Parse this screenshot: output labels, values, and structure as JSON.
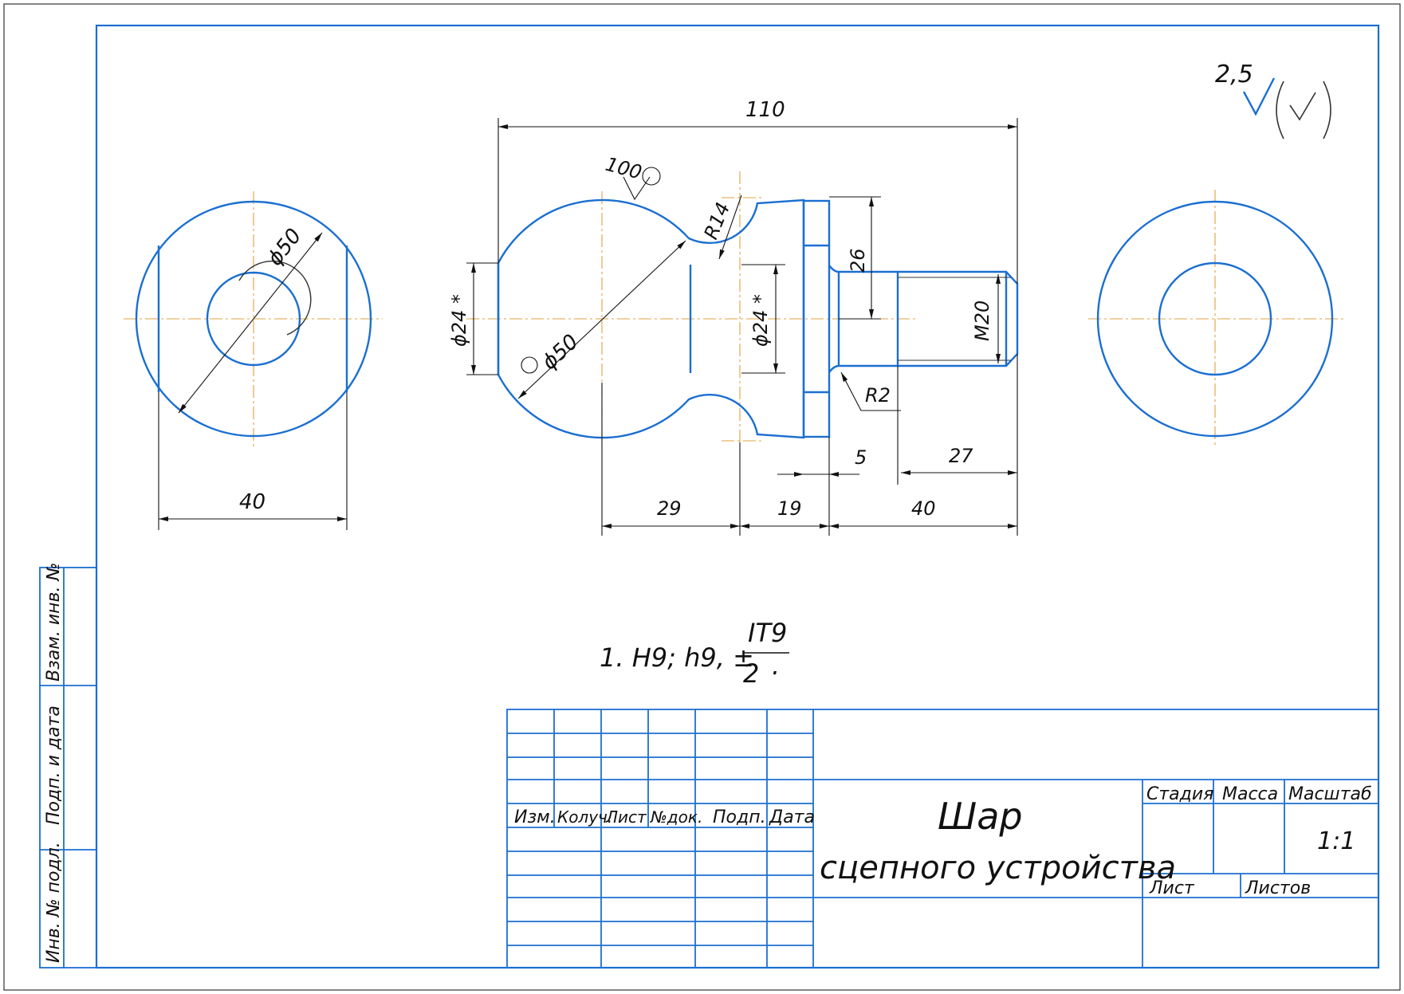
{
  "colors": {
    "line": "#1b6fd1",
    "center": "#e0a040",
    "dim": "#111111"
  },
  "roughness": {
    "value": "2,5"
  },
  "dims": {
    "overall": "110",
    "surface_finish": "100",
    "r14": "R14",
    "d24_left": "ϕ24 *",
    "d50_side": "ϕ50",
    "d24_neck": "ϕ24 *",
    "h26": "26",
    "m20": "M20",
    "r2": "R2",
    "d5": "5",
    "d27": "27",
    "d29": "29",
    "d19": "19",
    "d40_bottom": "40",
    "d50_left": "ϕ50",
    "d40_left": "40"
  },
  "note": {
    "prefix": "1. H9; h9, ±",
    "numerator": "IT9",
    "denominator": "2",
    "suffix": "."
  },
  "side_stamp": {
    "inv_dup": "Взам. инв. №",
    "sign_date": "Подп. и дата",
    "inv_orig": "Инв. № подл."
  },
  "title_block": {
    "headers": [
      "Изм.",
      "Колуч.",
      "Лист",
      "№док.",
      "Подп.",
      "Дата"
    ],
    "title_line1": "Шар",
    "title_line2": "сцепного устройства",
    "stage": "Стадия",
    "mass": "Масса",
    "scale_label": "Масштаб",
    "scale_value": "1:1",
    "sheet": "Лист",
    "sheets": "Листов"
  }
}
